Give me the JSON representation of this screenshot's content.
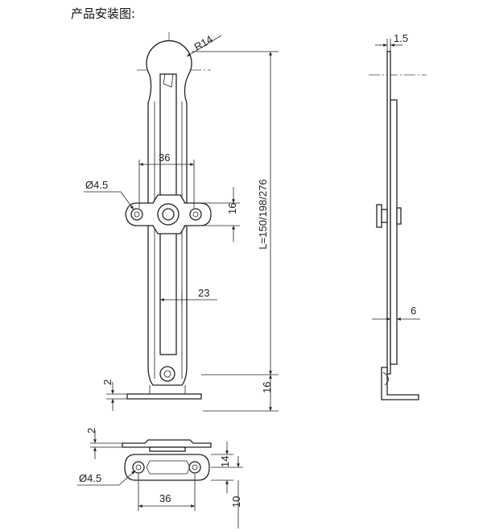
{
  "title": "产品安装图:",
  "dimensions": {
    "radius": "R14",
    "hole_top": "Ø4.5",
    "hole_bottom": "Ø4.5",
    "hole_spacing_top": "36",
    "hole_spacing_bottom": "36",
    "height_16_mid": "16",
    "width_23": "23",
    "length": "L=150/198/276",
    "bottom_16": "16",
    "thickness_2_front": "2",
    "thickness_side": "1.5",
    "offset_side": "6",
    "thickness_2_bottom": "2",
    "height_14": "14",
    "height_10": "10"
  }
}
